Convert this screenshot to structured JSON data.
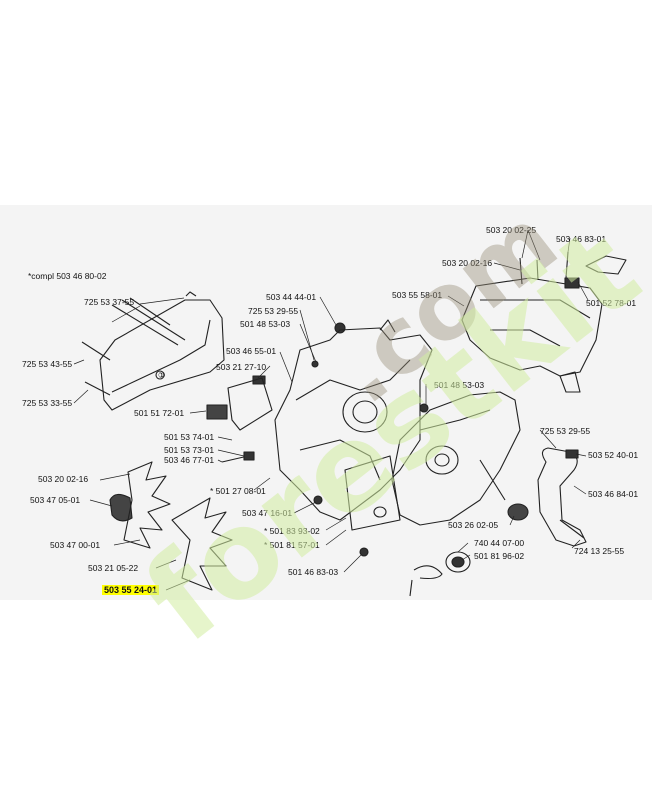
{
  "watermark": {
    "brand": "forestkit",
    "domain": ".com"
  },
  "labels": {
    "compl": "*compl 503 46 80-02",
    "p72553_37": "725 53 37-55",
    "p72553_43": "725 53 43-55",
    "p72553_33": "725 53 33-55",
    "p50151_72": "501 51 72-01",
    "p50344_44": "503 44 44-01",
    "p72553_29a": "725 53 29-55",
    "p50148_53a": "501 48 53-03",
    "p50346_55": "503 46 55-01",
    "p50321_27": "503 21 27-10",
    "p50355_58": "503 55 58-01",
    "p50320_02_25": "503 20 02-25",
    "p50346_83": "503 46 83-01",
    "p50320_02_16a": "503 20 02-16",
    "p50152_78": "501 52 78-01",
    "p50148_53b": "501 48 53-03",
    "p50153_74": "501 53 74-01",
    "p50153_73": "501 53 73-01",
    "p50346_77": "503 46 77-01",
    "p50127_08": "* 501 27 08-01",
    "p50347_16": "503 47 16-01",
    "p50181_93": "* 501 83 93-02",
    "p50181_57": "* 501 81 57-01",
    "p50146_83": "501 46 83-03",
    "p72553_29b": "725 53 29-55",
    "p50352_40": "503 52 40-01",
    "p50346_84": "503 46 84-01",
    "p50326_02": "503 26 02-05",
    "p74044_07": "740 44 07-00",
    "p50181_96": "501 81 96-02",
    "p72413_25": "724 13 25-55",
    "p50320_02_16b": "503 20 02-16",
    "p50347_05": "503 47 05-01",
    "p50347_00": "503 47 00-01",
    "p50321_05": "503 21 05-22",
    "p50355_24": "503 55 24-01",
    "circle_mark": "①"
  }
}
